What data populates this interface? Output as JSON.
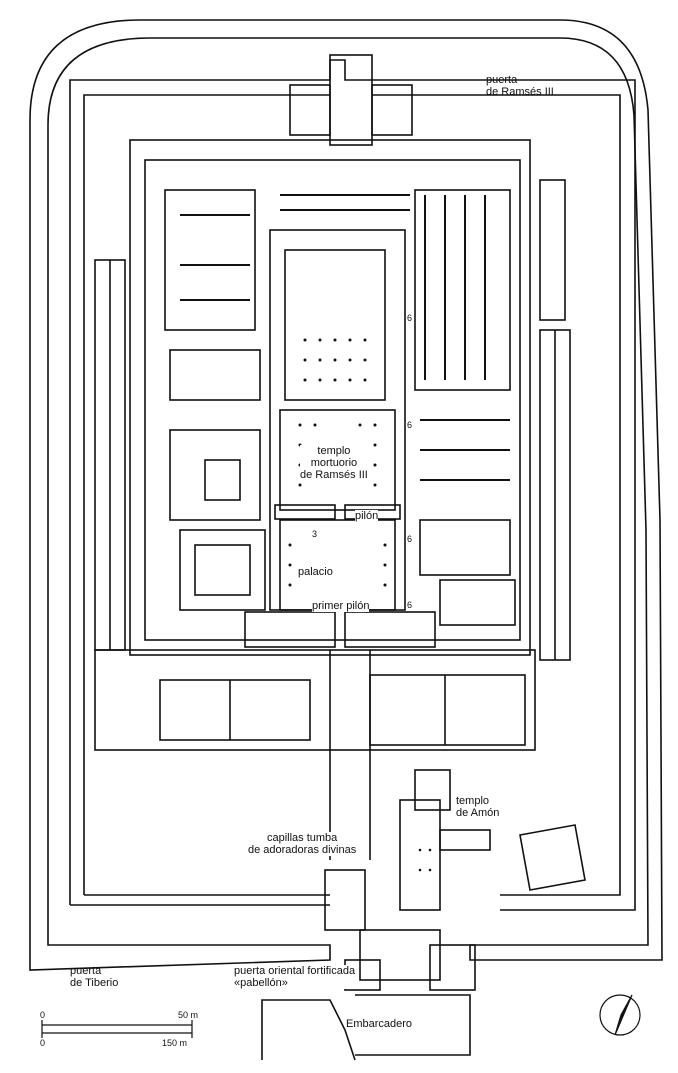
{
  "labels": {
    "gate_ramses": [
      "puerta",
      "de Ramsés III"
    ],
    "temple_ramses": [
      "templo",
      "mortuorio",
      "de Ramsés III"
    ],
    "pylon2": "pilón",
    "palace": "palacio",
    "pylon1": "primer pilón",
    "temple_amon": [
      "templo",
      "de Amón"
    ],
    "chapels": [
      "capillas tumba",
      "de adoradoras divinas"
    ],
    "gate_tiberio": [
      "puerta",
      "de Tiberio"
    ],
    "gate_east": [
      "puerta oriental fortificada",
      "«pabellón»"
    ],
    "pier": "Embarcadero"
  },
  "markers": [
    "6",
    "6",
    "6",
    "6",
    "3"
  ],
  "scale": {
    "top": [
      "0",
      "50 m"
    ],
    "bottom": [
      "0",
      "150 m"
    ]
  },
  "colors": {
    "ink": "#111111",
    "paper": "#ffffff"
  }
}
